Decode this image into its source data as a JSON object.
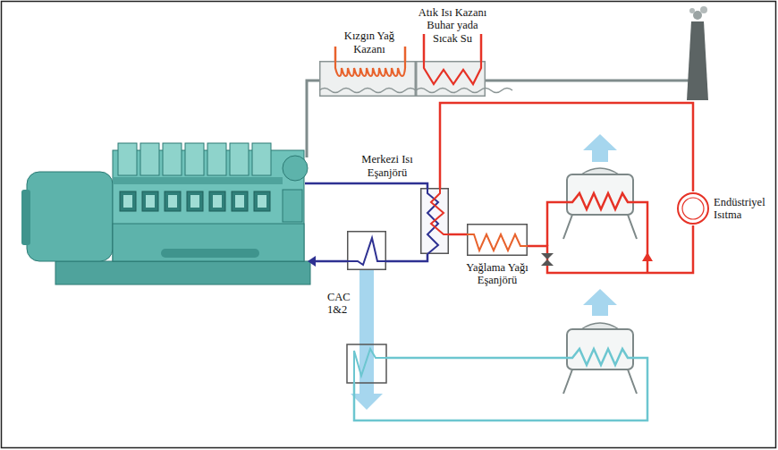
{
  "diagram": {
    "nodes": [
      {
        "text": [
          "Kızgın Yağ Kazanı"
        ]
      },
      {
        "text": [
          "Atık Isı Kazanı",
          "Buhar yada Sıcak Su"
        ]
      },
      {
        "text": [
          "Merkezi Isı Eşanjörü"
        ]
      },
      {
        "text": [
          "Endüstriyel Isıtma"
        ]
      },
      {
        "text": [
          "CAC 1&2"
        ]
      },
      {
        "text": [
          "Yağlama Yağı Eşanjörü"
        ]
      }
    ],
    "edges": [
      {
        "from": 3,
        "to": 2,
        "arrow": "none"
      },
      {
        "from": 2,
        "to": 5,
        "arrow": "none"
      },
      {
        "from": 5,
        "to": 3,
        "arrow": "none"
      },
      {
        "from": 4,
        "to": 2,
        "arrow": "none"
      }
    ]
  }
}
